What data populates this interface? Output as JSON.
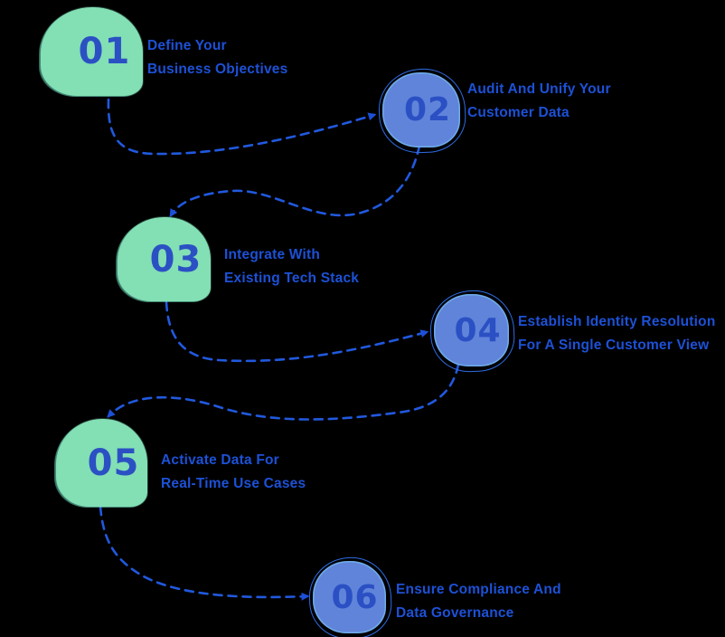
{
  "diagram_title": "",
  "colors": {
    "background": "#000000",
    "green_blob_fill": "#83dfb4",
    "blue_blob_fill": "#6084d9",
    "blue_blob_outline": "#2e6ce2",
    "number_text": "#2b50c4",
    "label_text": "#1d51d6",
    "connector_dash": "#2159de"
  },
  "steps": [
    {
      "number": "01",
      "color": "green",
      "label_line1": "Define Your",
      "label_line2": "Business Objectives"
    },
    {
      "number": "02",
      "color": "blue",
      "label_line1": "Audit And Unify Your",
      "label_line2": "Customer Data"
    },
    {
      "number": "03",
      "color": "green",
      "label_line1": "Integrate With",
      "label_line2": "Existing Tech Stack"
    },
    {
      "number": "04",
      "color": "blue",
      "label_line1": "Establish Identity Resolution",
      "label_line2": "For A Single Customer View"
    },
    {
      "number": "05",
      "color": "green",
      "label_line1": "Activate Data For",
      "label_line2": "Real-Time Use Cases"
    },
    {
      "number": "06",
      "color": "blue",
      "label_line1": "Ensure Compliance And",
      "label_line2": "Data Governance"
    }
  ],
  "flow_order": [
    "01",
    "02",
    "03",
    "04",
    "05",
    "06"
  ]
}
